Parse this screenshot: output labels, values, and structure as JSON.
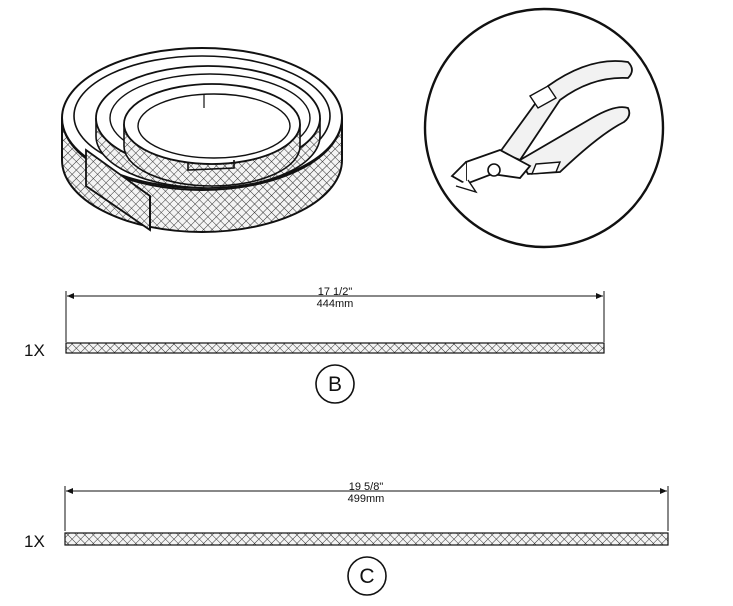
{
  "parts": [
    {
      "label": "B",
      "quantity": "1X",
      "length_in": "17 1/2\"",
      "length_mm": "444mm"
    },
    {
      "label": "C",
      "quantity": "1X",
      "length_in": "19 5/8\"",
      "length_mm": "499mm"
    }
  ],
  "illustrations": {
    "coil": "coiled-mesh-strip",
    "tool": "flush-cutter-pliers"
  }
}
